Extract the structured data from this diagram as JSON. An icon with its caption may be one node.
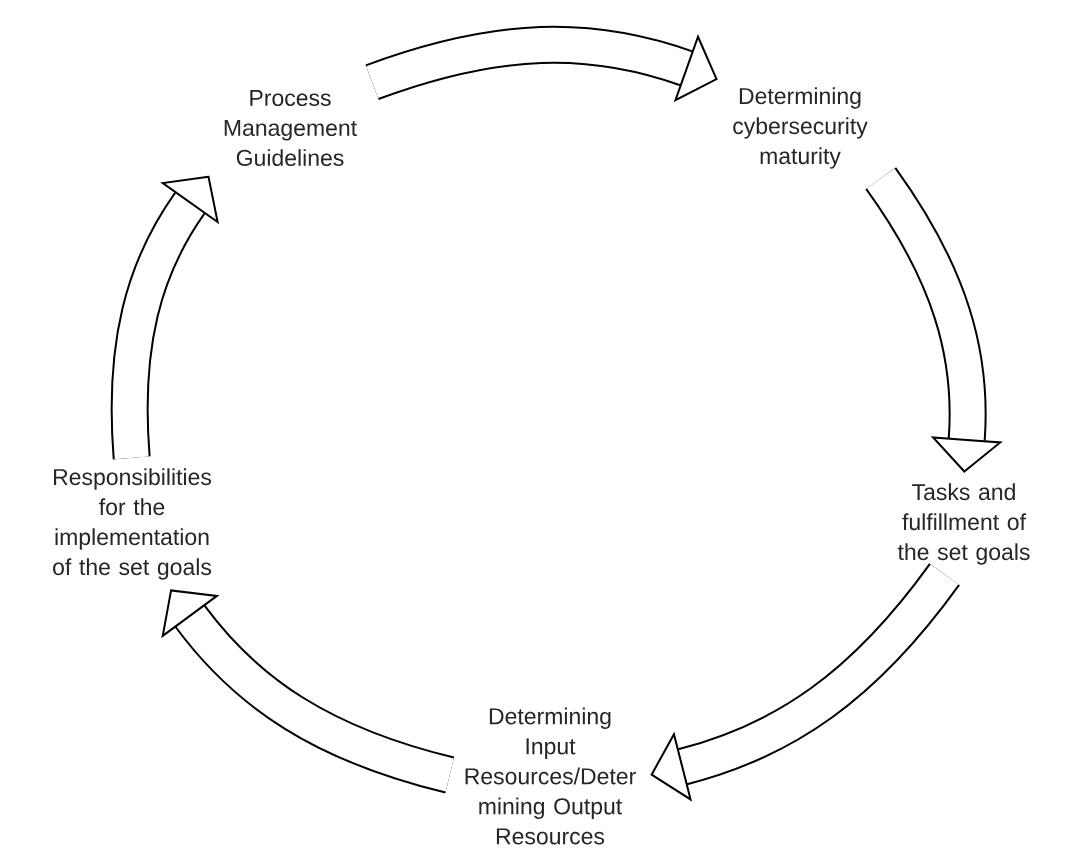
{
  "diagram": {
    "nodes": [
      {
        "text": [
          "Process Management Guidelines"
        ]
      },
      {
        "text": [
          "Determining cybersecurity maturity"
        ]
      },
      {
        "text": [
          "Tasks and fulfillment of the set goals"
        ]
      },
      {
        "text": [
          "Determining Input Resources/Deter mining Output Resources"
        ]
      },
      {
        "text": [
          "Responsibilities for the implementation of the set goals"
        ]
      }
    ],
    "edges": [
      {
        "from": 0,
        "to": 1,
        "arrow": "to"
      },
      {
        "from": 1,
        "to": 2,
        "arrow": "to"
      },
      {
        "from": 2,
        "to": 3,
        "arrow": "to"
      },
      {
        "from": 3,
        "to": 4,
        "arrow": "to"
      },
      {
        "from": 4,
        "to": 0,
        "arrow": "to"
      }
    ]
  }
}
